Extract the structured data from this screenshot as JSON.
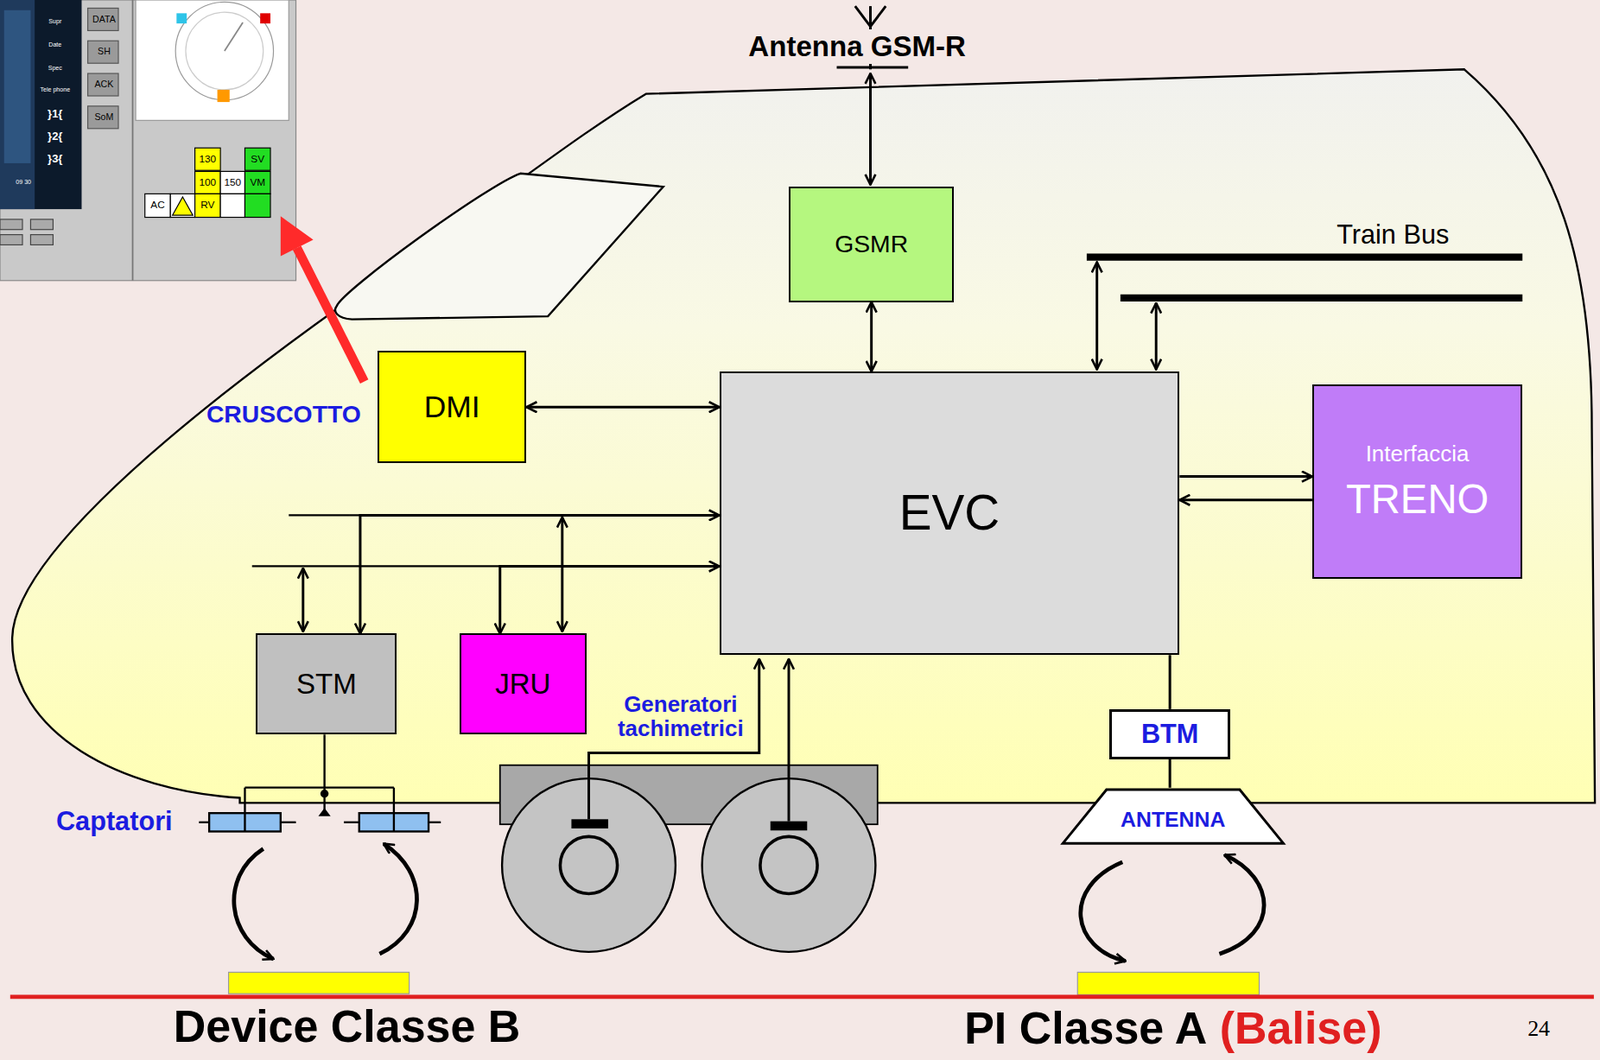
{
  "diagram": {
    "nodes": [
      {
        "text": [
          "GSMR"
        ]
      },
      {
        "text": [
          "DMI"
        ]
      },
      {
        "text": [
          "EVC"
        ]
      },
      {
        "text": [
          "Interfaccia",
          "TRENO"
        ]
      },
      {
        "text": [
          "STM"
        ]
      },
      {
        "text": [
          "JRU"
        ]
      },
      {
        "text": [
          "BTM"
        ]
      },
      {
        "text": [
          "ANTENNA"
        ]
      }
    ],
    "edges": [
      {
        "from": 0,
        "to": 2,
        "arrow": "both"
      },
      {
        "from": 1,
        "to": 2,
        "arrow": "both"
      },
      {
        "from": 2,
        "to": 3,
        "arrow": "to"
      },
      {
        "from": 3,
        "to": 2,
        "arrow": "to"
      },
      {
        "from": 4,
        "to": 2,
        "arrow": "both"
      },
      {
        "from": 5,
        "to": 2,
        "arrow": "both"
      },
      {
        "from": 2,
        "to": 6,
        "arrow": "none"
      },
      {
        "from": 6,
        "to": 7,
        "arrow": "none"
      }
    ],
    "labels": [
      "Antenna GSM-R",
      "DATA",
      "SH",
      "ACK",
      "SoM",
      "Supr",
      "Date",
      "Spec",
      "Tele phone",
      "}1{",
      "}2{",
      "}3{",
      "09 30",
      "130",
      "SV",
      "100",
      "150",
      "VM",
      "AC",
      "RV",
      "Train Bus",
      "CRUSCOTTO",
      "Generatori tachimetrici",
      "Captatori",
      "Device Classe B",
      "PI Classe A",
      "(Balise)",
      "24"
    ]
  }
}
